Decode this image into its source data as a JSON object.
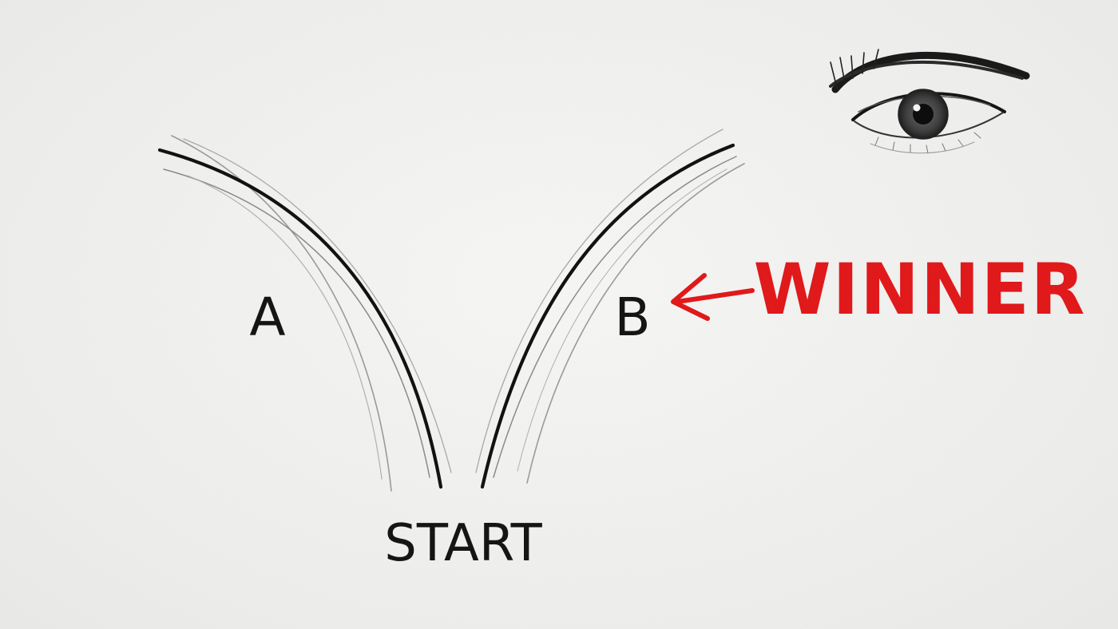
{
  "labels": {
    "path_a": "A",
    "path_b": "B",
    "start": "START",
    "winner": "WINNER"
  },
  "colors": {
    "ink": "#151515",
    "pencil": "#8c8c8c",
    "accent": "#e0191b",
    "paper": "#efefed"
  },
  "icons": {
    "observer": "eye-icon",
    "pointer": "arrow-left-icon"
  }
}
